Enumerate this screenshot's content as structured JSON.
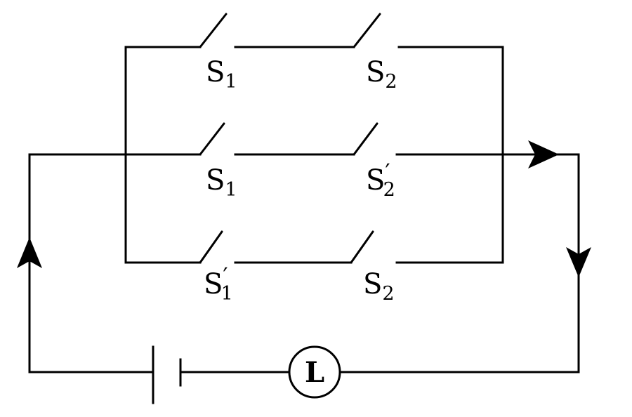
{
  "diagram": {
    "switches": [
      {
        "id": "top-left",
        "letter": "S",
        "sub": "1",
        "prime": ""
      },
      {
        "id": "top-right",
        "letter": "S",
        "sub": "2",
        "prime": ""
      },
      {
        "id": "mid-left",
        "letter": "S",
        "sub": "1",
        "prime": ""
      },
      {
        "id": "mid-right",
        "letter": "S",
        "sub": "2",
        "prime": "′"
      },
      {
        "id": "bot-left",
        "letter": "S",
        "sub": "1",
        "prime": "′"
      },
      {
        "id": "bot-right",
        "letter": "S",
        "sub": "2",
        "prime": ""
      }
    ],
    "lamp_label": "L"
  }
}
